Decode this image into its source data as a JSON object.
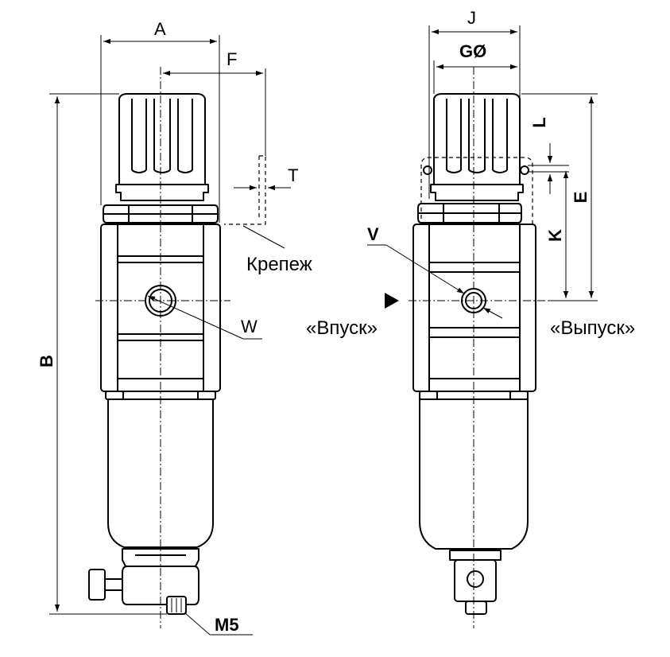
{
  "labels": {
    "dim_a": "A",
    "dim_b": "B",
    "dim_f": "F",
    "dim_t": "T",
    "dim_w": "W",
    "dim_m5": "M5",
    "dim_j": "J",
    "dim_g": "GØ",
    "dim_l": "L",
    "dim_e": "E",
    "dim_k": "K",
    "dim_v": "V",
    "mount": "Крепеж",
    "inlet": "«Впуск»",
    "outlet": "«Выпуск»"
  }
}
